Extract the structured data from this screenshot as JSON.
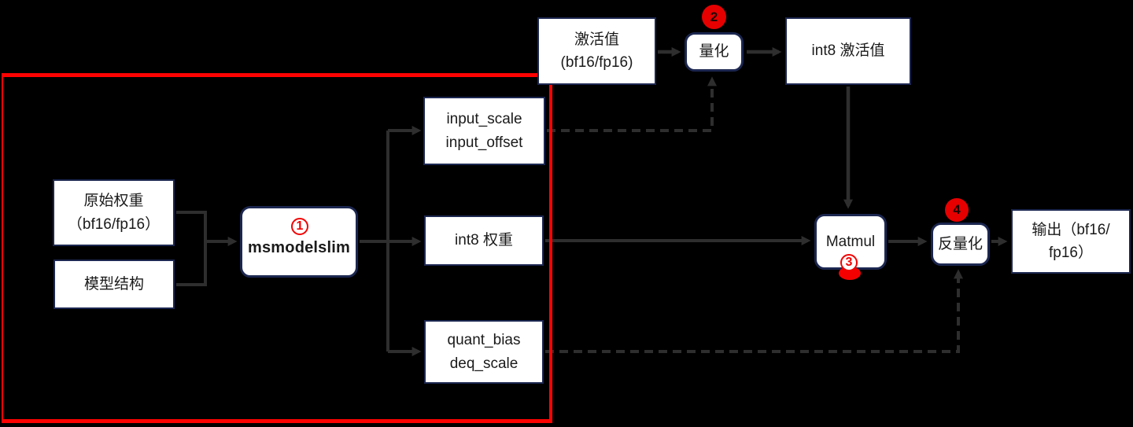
{
  "colors": {
    "background": "#000000",
    "box_fill": "#ffffff",
    "box_border": "#1c2750",
    "wire": "#2e2e2e",
    "accent_red": "#fe0202",
    "text": "#1a1a1a"
  },
  "nodes": {
    "activation": {
      "lines": [
        "激活值",
        "(bf16/fp16)"
      ]
    },
    "quantize": {
      "label": "量化"
    },
    "int8_activation": {
      "label": "int8 激活值"
    },
    "original_weight": {
      "lines": [
        "原始权重",
        "（bf16/fp16）"
      ]
    },
    "model_structure": {
      "label": "模型结构"
    },
    "msmodelslim": {
      "label": "msmodelslim"
    },
    "input_scale_offset": {
      "lines": [
        "input_scale",
        "input_offset"
      ]
    },
    "int8_weight": {
      "label": "int8 权重"
    },
    "quant_bias_deq_scale": {
      "lines": [
        "quant_bias",
        "deq_scale"
      ]
    },
    "matmul": {
      "label": "Matmul"
    },
    "dequantize": {
      "label": "反量化"
    },
    "output": {
      "lines": [
        "输出（bf16/",
        "fp16）"
      ]
    }
  },
  "step_badges": [
    "1",
    "2",
    "3",
    "4"
  ]
}
